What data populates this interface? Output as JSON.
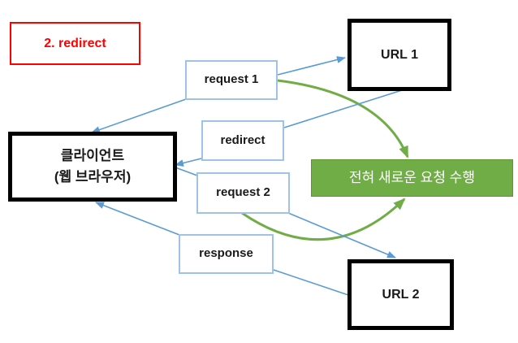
{
  "title": {
    "label": "2. redirect"
  },
  "nodes": {
    "client": {
      "line1": "클라이언트",
      "line2": "(웹 브라우저)"
    },
    "url1": {
      "label": "URL 1"
    },
    "url2": {
      "label": "URL 2"
    },
    "action": {
      "label": "전혀 새로운 요청 수행"
    }
  },
  "labels": {
    "request1": "request 1",
    "redirect": "redirect",
    "request2": "request 2",
    "response": "response"
  },
  "colors": {
    "arrow_blue": "#5B9BD5",
    "box_border_blue": "#9DC3E6",
    "green_fill": "#70AD47",
    "green_border": "#5E9632",
    "red": "#FF0000",
    "black": "#000000",
    "background": "#FFFFFF"
  }
}
